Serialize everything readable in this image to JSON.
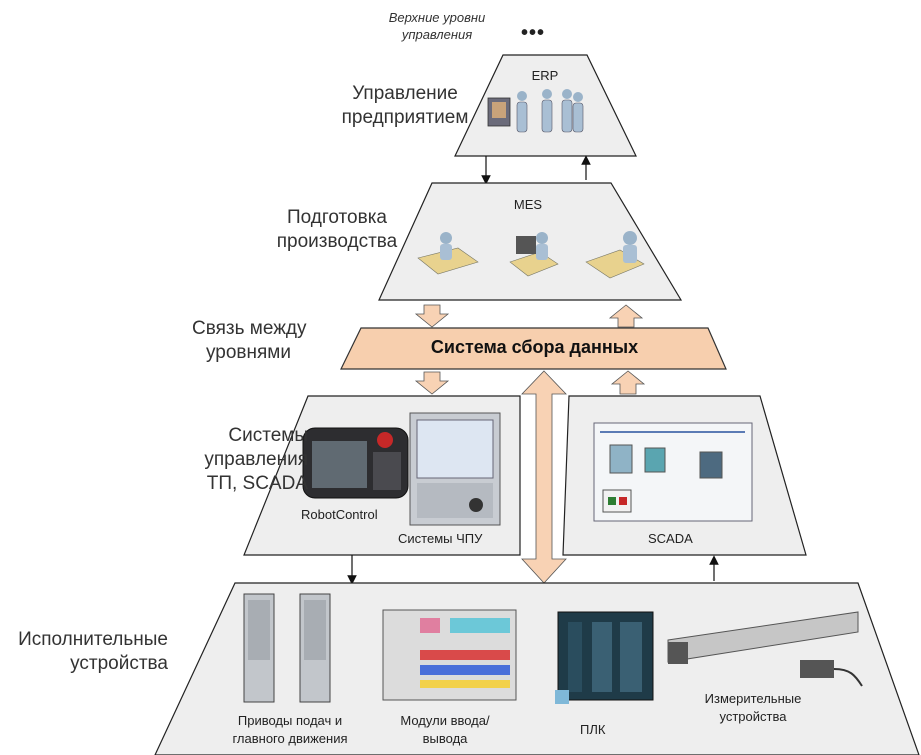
{
  "top_note": {
    "line1": "Верхние уровни",
    "line2": "управления",
    "ellipsis": "•••"
  },
  "levels": {
    "erp": {
      "system": "ERP",
      "label_line1": "Управление",
      "label_line2": "предприятием"
    },
    "mes": {
      "system": "MES",
      "label_line1": "Подготовка",
      "label_line2": "производства"
    },
    "link": {
      "label_line1": "Связь между",
      "label_line2": "уровнями",
      "bar_text": "Система сбора данных"
    },
    "control": {
      "label_line1": "Системы",
      "label_line2": "управления",
      "label_line3": "ТП, SCADA",
      "robot_label": "RobotControl",
      "cnc_label": "Системы ЧПУ",
      "scada_label": "SCADA"
    },
    "field": {
      "label_line1": "Исполнительные",
      "label_line2": "устройства",
      "drives_line1": "Приводы подач и",
      "drives_line2": "главного движения",
      "io_line1": "Модули ввода/",
      "io_line2": "вывода",
      "plc": "ПЛК",
      "meas_line1": "Измерительные",
      "meas_line2": "устройства"
    }
  },
  "colors": {
    "level_fill": "#eeeeee",
    "level_stroke": "#222222",
    "data_bar": "#f7cfae",
    "data_bar_stroke": "#333333",
    "block_arrow": "#f8d2b4"
  }
}
